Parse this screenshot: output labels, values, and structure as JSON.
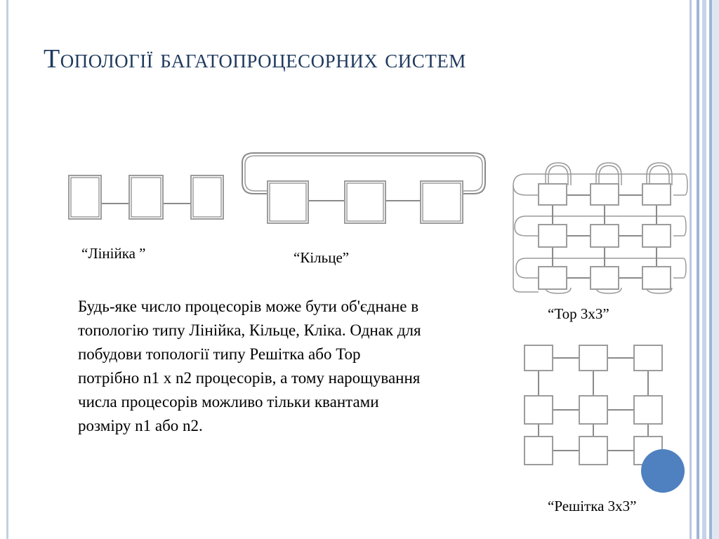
{
  "slide": {
    "title": "Топології багатопроцесорних систем",
    "captions": {
      "line": "“Лінійка ”",
      "ring": "“Кільце”",
      "torus": "“Тор 3x3”",
      "mesh": "“Решітка 3x3”"
    },
    "body": "Будь-яке число процесорів може бути об'єднане в топологію типу Лінійка, Кільце, Кліка. Однак для побудови топології типу Решітка або Тор потрібно n1 x n2 процесорів, а тому нарощування числа процесорів можливо тільки квантами розміру n1 або n2."
  },
  "colors": {
    "title": "#1f3a5f",
    "accent_dot": "#4f80c0",
    "stripes": "#9fb5d8"
  }
}
